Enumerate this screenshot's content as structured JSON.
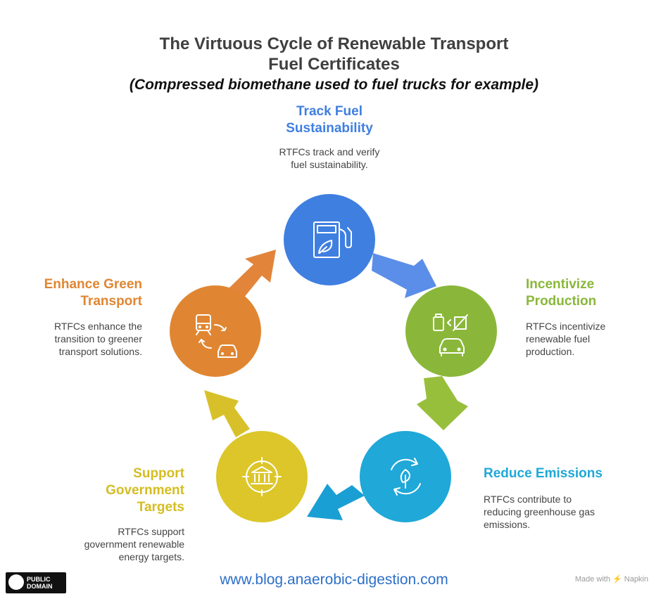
{
  "title": {
    "line1": "The Virtuous Cycle of Renewable Transport",
    "line2": "Fuel Certificates",
    "subtitle": "(Compressed biomethane used to fuel trucks for example)"
  },
  "stages": {
    "track": {
      "title_line1": "Track Fuel",
      "title_line2": "Sustainability",
      "desc_line1": "RTFCs track and verify",
      "desc_line2": "fuel sustainability.",
      "color": "#3f7fe0",
      "icon": "fuel-pump-leaf-icon"
    },
    "incentivize": {
      "title_line1": "Incentivize",
      "title_line2": "Production",
      "desc_line1": "RTFCs incentivize",
      "desc_line2": "renewable fuel",
      "desc_line3": "production.",
      "color": "#8ab73a",
      "icon": "fuel-car-icon"
    },
    "reduce": {
      "title_line1": "Reduce Emissions",
      "desc_line1": "RTFCs contribute to",
      "desc_line2": "reducing greenhouse gas",
      "desc_line3": "emissions.",
      "color": "#1fa8d8",
      "icon": "recycle-leaf-icon"
    },
    "support": {
      "title_line1": "Support",
      "title_line2": "Government",
      "title_line3": "Targets",
      "desc_line1": "RTFCs support",
      "desc_line2": "government renewable",
      "desc_line3": "energy targets.",
      "color": "#dcc62a",
      "icon": "government-target-icon"
    },
    "enhance": {
      "title_line1": "Enhance Green",
      "title_line2": "Transport",
      "desc_line1": "RTFCs enhance the",
      "desc_line2": "transition to greener",
      "desc_line3": "transport solutions.",
      "color": "#e08632",
      "icon": "train-car-icon"
    }
  },
  "footer": {
    "url": "www.blog.anaerobic-digestion.com",
    "made_with": "Made with ⚡ Napkin",
    "badge_line1": "PUBLIC",
    "badge_line2": "DOMAIN"
  }
}
